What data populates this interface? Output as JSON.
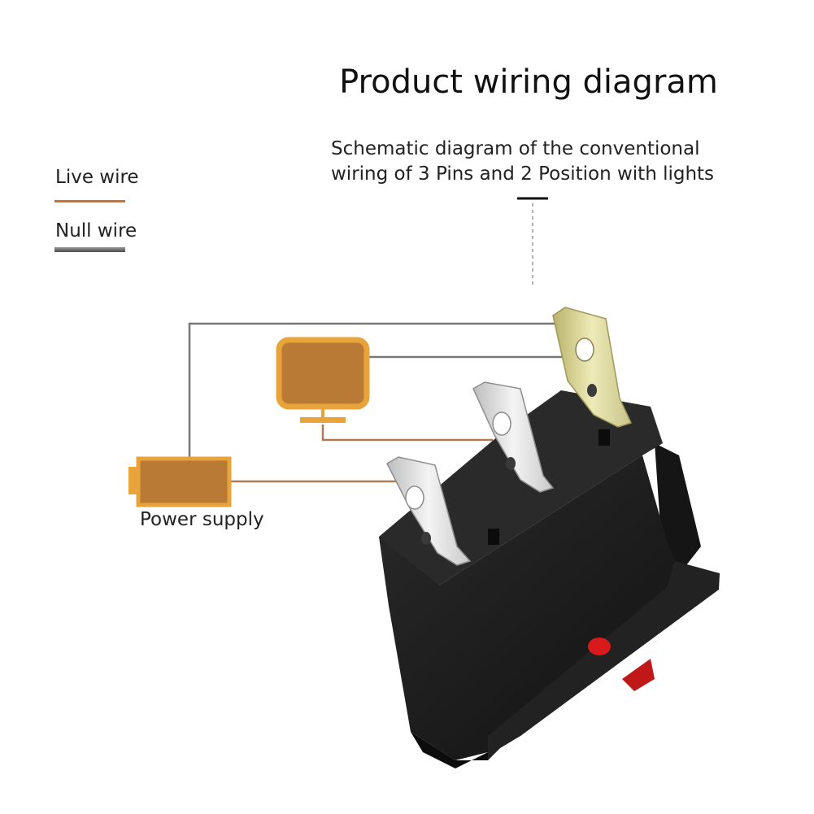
{
  "title": "Product wiring diagram",
  "subtitle": {
    "line1": "Schematic diagram of the conventional",
    "line2": "wiring of 3 Pins and 2 Position with lights"
  },
  "legend": {
    "live": {
      "label": "Live wire",
      "color": "#b07a55"
    },
    "null": {
      "label": "Null wire",
      "color": "#6e6e6e"
    }
  },
  "components": {
    "power_supply": {
      "label": "Power supply",
      "color": "#b97a35",
      "border": "#e8a43a"
    },
    "lamp": {
      "color": "#b97a35",
      "border": "#e8a43a"
    }
  },
  "colors": {
    "switch_body": "#1c1c1c",
    "pin_silver": "#e2e2e2",
    "pin_gold": "#d8d59a",
    "indicator_red": "#d81a1a"
  }
}
